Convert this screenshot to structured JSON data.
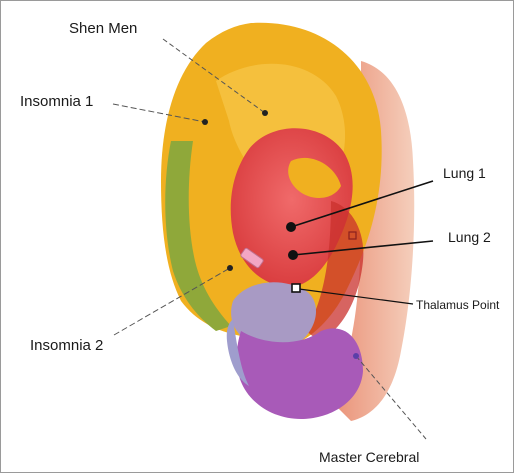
{
  "labels": {
    "shen_men": "Shen  Men",
    "insomnia_1": "Insomnia 1",
    "insomnia_2": "Insomnia 2",
    "lung_1": "Lung 1",
    "lung_2": "Lung 2",
    "thalamus_point": "Thalamus Point",
    "master_cerebral": "Master Cerebral"
  },
  "colors": {
    "helix": "#f0b020",
    "helix_band": "#8fa83a",
    "concha": "#e8484a",
    "lobe_upper": "#a89ac4",
    "lobe_lower": "#a85ab8",
    "face_edge": "#eaa58a",
    "point": "#111111"
  }
}
